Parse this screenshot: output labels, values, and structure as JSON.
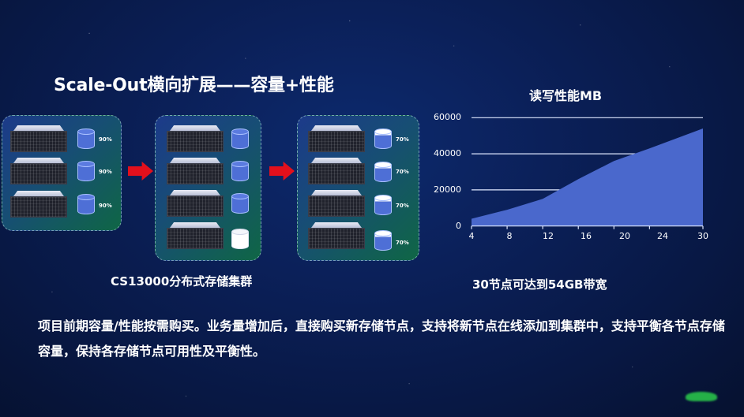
{
  "slide": {
    "title": "Scale-Out横向扩展——容量+性能",
    "left_caption": "CS13000分布式存储集群",
    "right_caption": "30节点可达到54GB带宽",
    "body": "项目前期容量/性能按需购买。业务量增加后，直接购买新存储节点，支持将新节点在线添加到集群中，支持平衡各节点存储容量，保持各存储节点可用性及平衡性。"
  },
  "clusters": [
    {
      "label": "stage-1",
      "nodes": [
        {
          "usage": "90%"
        },
        {
          "usage": "90%"
        },
        {
          "usage": "90%"
        }
      ]
    },
    {
      "label": "stage-2",
      "nodes": [
        {
          "usage": ""
        },
        {
          "usage": ""
        },
        {
          "usage": ""
        },
        {
          "usage": "",
          "state": "empty"
        }
      ]
    },
    {
      "label": "stage-3",
      "nodes": [
        {
          "usage": "70%"
        },
        {
          "usage": "70%"
        },
        {
          "usage": "70%"
        },
        {
          "usage": "70%"
        }
      ]
    }
  ],
  "colors": {
    "background": "#0b2059",
    "area_fill": "#4a68cc",
    "arrow": "#e2101c",
    "cluster_green": "#0f6645",
    "cluster_blue": "#1c3a8a"
  },
  "chart_data": {
    "type": "area",
    "title": "读写性能MB",
    "xlabel": "",
    "ylabel": "",
    "x": [
      4,
      8,
      12,
      16,
      20,
      24,
      30
    ],
    "values": [
      4000,
      9000,
      15000,
      26000,
      36000,
      43000,
      54000
    ],
    "xticks": [
      "4",
      "8",
      "12",
      "16",
      "20",
      "24",
      "30"
    ],
    "yticks": [
      "0",
      "20000",
      "40000",
      "60000"
    ],
    "ylim": [
      0,
      60000
    ],
    "xlim": [
      4,
      30
    ],
    "grid": true,
    "legend": null
  }
}
